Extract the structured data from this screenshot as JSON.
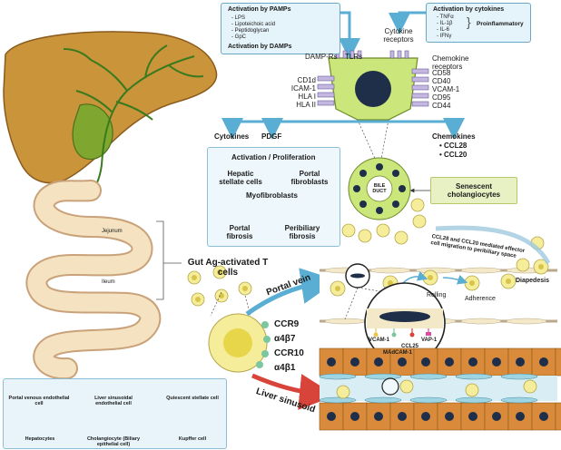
{
  "pamp_box": {
    "title1": "Activation by PAMPs",
    "items": [
      "- LPS",
      "- Lipoteichoic acid",
      "- Peptidoglycan",
      "- GpC"
    ],
    "title2": "Activation by DAMPs"
  },
  "cytokine_box": {
    "title": "Activation by cytokines",
    "items": [
      "- TNFα",
      "- IL-1β",
      "- IL-6",
      "- IFNγ"
    ],
    "side_label": "Proinflammatory"
  },
  "receptors": {
    "damp_rs": "DAMP-Rs",
    "tlrs": "TLRs",
    "cytokine_receptors": "Cytokine receptors",
    "chemokine_receptors": "Chemokine receptors",
    "left": [
      "CD1d",
      "ICAM-1",
      "HLA I",
      "HLA II"
    ],
    "right": [
      "CD58",
      "CD40",
      "VCAM-1",
      "CD95",
      "CD44"
    ]
  },
  "secretions": {
    "cytokines": "Cytokines",
    "pdgf": "PDGF",
    "chemokines": "Chemokines",
    "ccl28": "• CCL28",
    "ccl20": "• CCL20"
  },
  "activation_box": {
    "title": "Activation / Proliferation",
    "hsc": "Hepatic stellate cells",
    "pf": "Portal fibroblasts",
    "myo": "Myofibroblasts",
    "portal_fibrosis": "Portal fibrosis",
    "peribiliary_fibrosis": "Peribiliary fibrosis"
  },
  "bile_duct": "BILE DUCT",
  "senescent": "Senescent cholangiocytes",
  "migration_text": "CCL28 and CCL20 mediated effector cell migration to peribiliary space",
  "intestine": {
    "jejunum": "Jejunum",
    "ileum": "Ileum"
  },
  "tcells": {
    "title": "Gut Ag-activated T cells",
    "markers": [
      "CCR9",
      "α4β7",
      "CCR10",
      "α4β1"
    ]
  },
  "vessels": {
    "portal_vein": "Portal vein",
    "liver_sinusoid": "Liver sinusoid",
    "rolling": "Rolling",
    "adherence": "Adherence",
    "diapedesis": "Diapedesis"
  },
  "molecules": {
    "vcam": "VCAM-1",
    "vap": "VAP-1",
    "ccl25": "CCL25",
    "madcam": "MAdCAM-1"
  },
  "legend": {
    "items": [
      "Portal venous endothelial cell",
      "Liver sinusoidal endothelial cell",
      "Quiescent stellate cell",
      "Hepatocytes",
      "Cholangiocyte (Biliary epithelial cell)",
      "Kupffer cell"
    ]
  },
  "colors": {
    "liver": "#c9943a",
    "liver_outline": "#8a5a1c",
    "gallbladder": "#7fa62e",
    "bile_tree": "#3a7a1e",
    "intestine": "#f4e2c0",
    "arrow_blue": "#5aaed3",
    "cholangiocyte": "#cbe67a",
    "nucleus": "#1f2f4a",
    "tcell": "#f6ed9a",
    "hepatocyte": "#d98a3a",
    "sinusoid": "#9fd4e2",
    "red_arrow": "#d9443a"
  }
}
